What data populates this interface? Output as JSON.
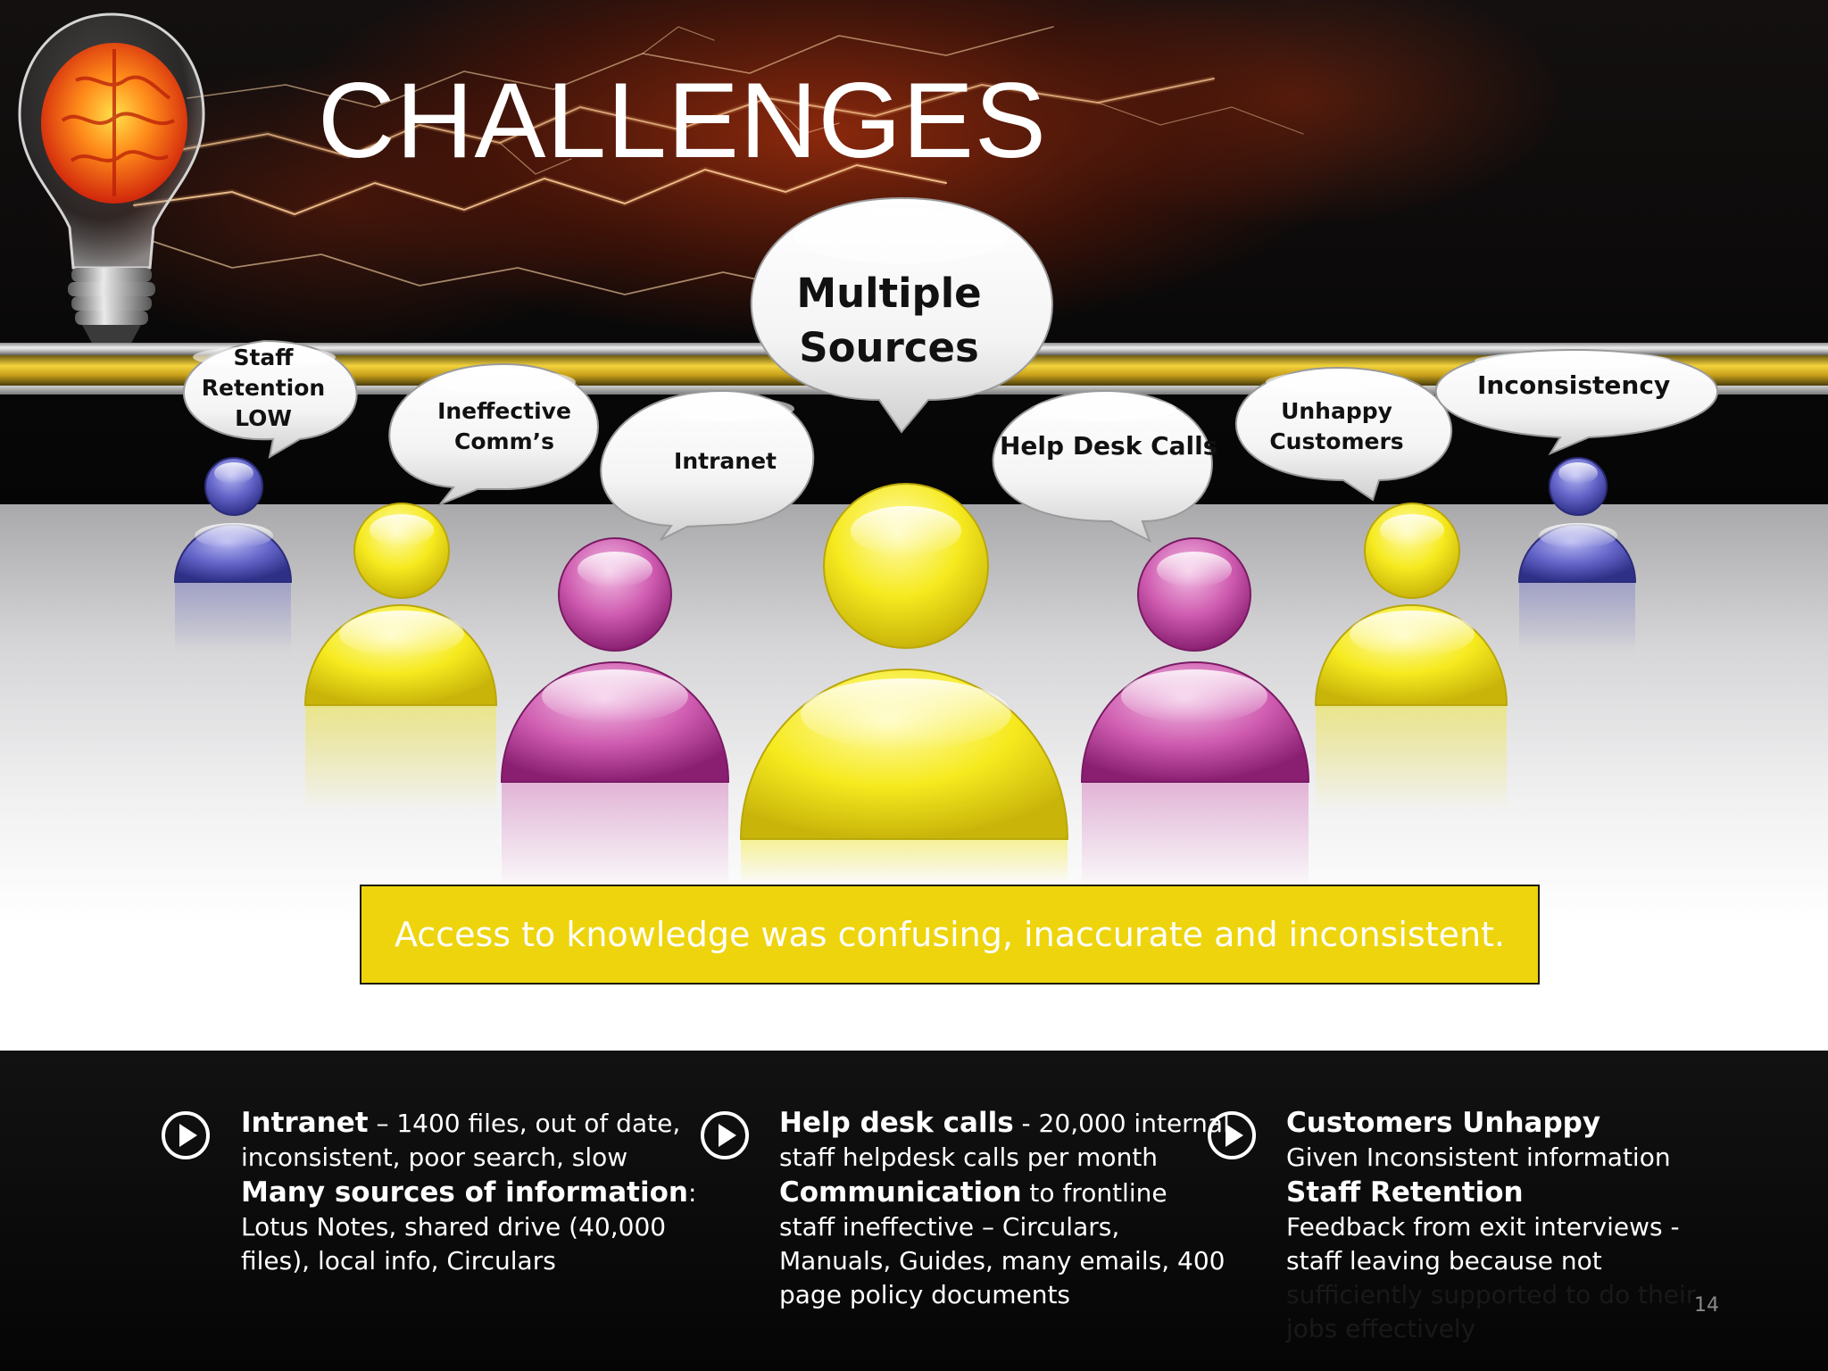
{
  "slide": {
    "title": "CHALLENGES",
    "page_number": "14"
  },
  "bubbles": {
    "staff_retention": [
      "Staff",
      "Retention",
      "LOW"
    ],
    "ineffective_comms": [
      "Ineffective",
      "Comm’s"
    ],
    "intranet": "Intranet",
    "multiple_sources": [
      "Multiple",
      "Sources"
    ],
    "help_desk_calls": "Help Desk Calls",
    "unhappy_customers": [
      "Unhappy",
      "Customers"
    ],
    "inconsistency": "Inconsistency"
  },
  "banner": {
    "text": "Access to knowledge was confusing, inaccurate and inconsistent."
  },
  "notes": {
    "col1": {
      "head1": "Intranet",
      "body1": [
        " – 1400 files, out of date,",
        "inconsistent, poor search, slow"
      ],
      "head2": "Many sources of information",
      "head2_suffix": ":",
      "body2": [
        "Lotus Notes, shared drive (40,000",
        "files), local info, Circulars"
      ]
    },
    "col2": {
      "head1": "Help desk calls",
      "body1": [
        " - 20,000 internal",
        "staff helpdesk calls per month"
      ],
      "head2": "Communication",
      "body2_inline": " to frontline",
      "body2": [
        "staff ineffective – Circulars,",
        "Manuals, Guides, many emails, 400",
        "page policy documents"
      ]
    },
    "col3": {
      "head1": "Customers Unhappy",
      "body1": [
        "Given Inconsistent information"
      ],
      "head2": "Staff Retention",
      "body2": [
        "Feedback from exit interviews -",
        "staff leaving because not",
        "sufficiently supported to do their",
        "jobs effectively"
      ]
    }
  },
  "colors": {
    "banner": "#eed40c",
    "figure_blue": "#5253b0",
    "figure_yellow": "#f4ea1e",
    "figure_magenta": "#c44aa2"
  },
  "icons": {
    "bulb": "lightbulb-brain-icon",
    "note": "play-circle-icon"
  }
}
